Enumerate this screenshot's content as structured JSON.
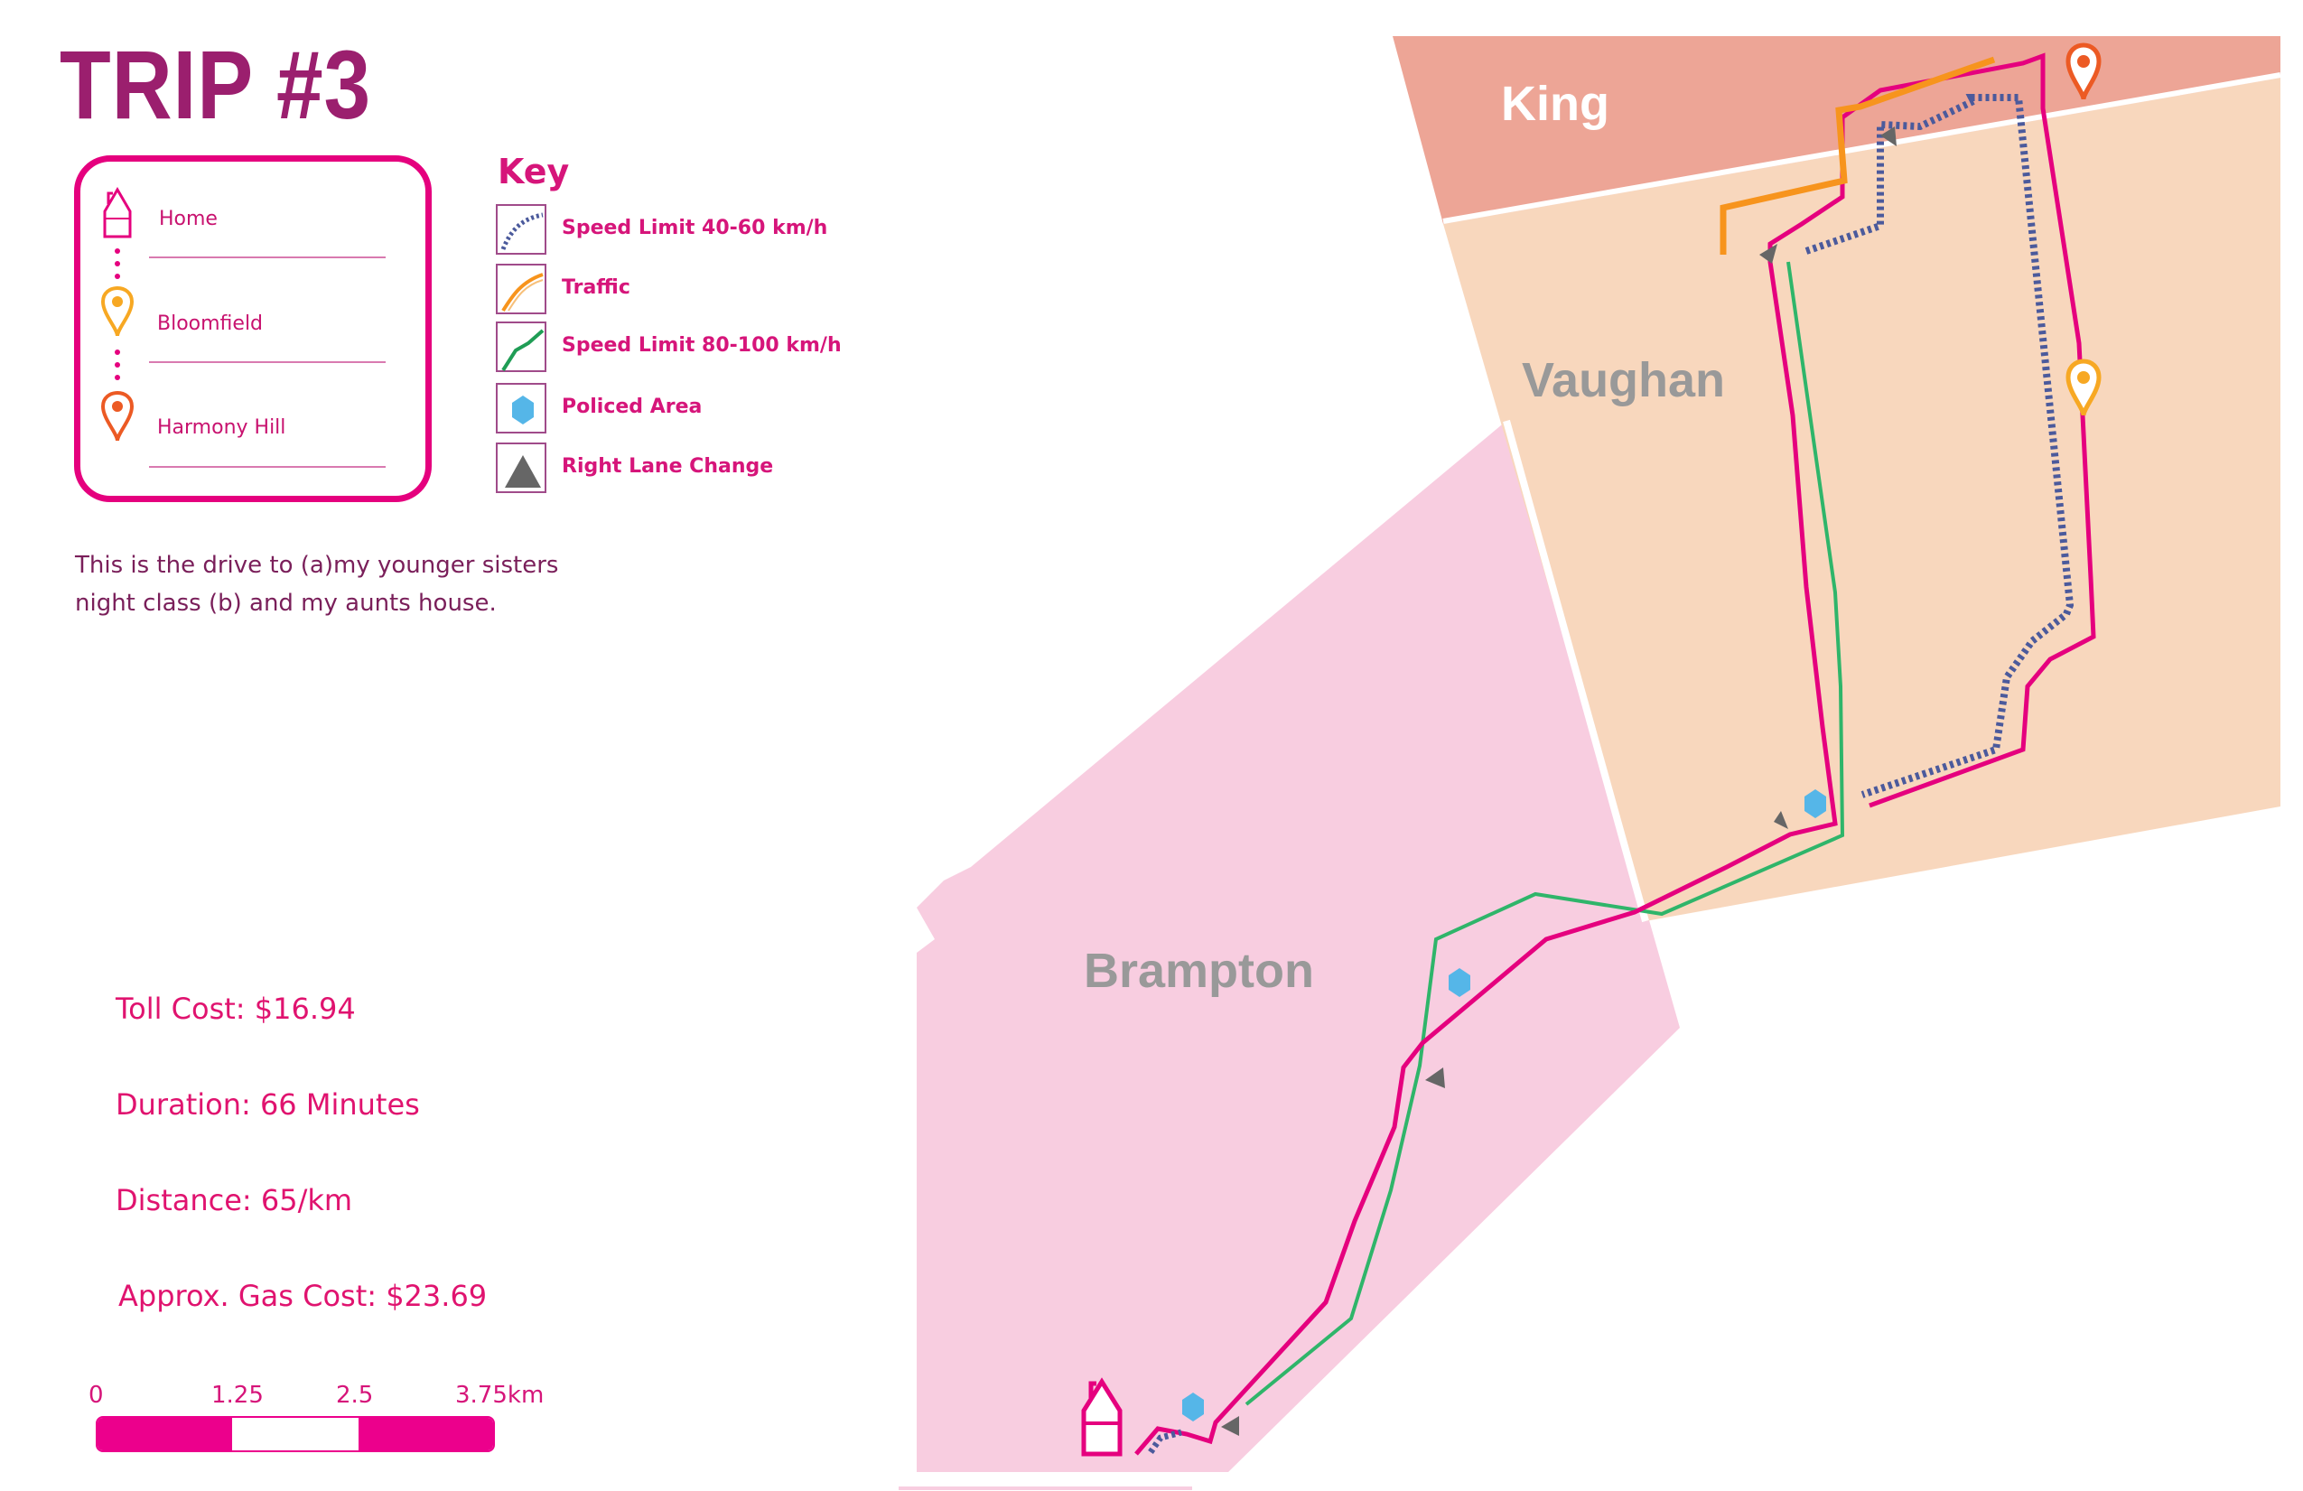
{
  "title": "TRIP #3",
  "stops": [
    {
      "label": "Home",
      "icon": "home-icon"
    },
    {
      "label": "Bloomfield",
      "icon": "pin-icon",
      "color": "#f7a823"
    },
    {
      "label": "Harmony Hill",
      "icon": "pin-icon",
      "color": "#ec5a24"
    }
  ],
  "key": {
    "title": "Key",
    "items": [
      {
        "label": "Speed Limit 40-60 km/h",
        "icon": "dotted-line-icon",
        "color": "#4b5a9c"
      },
      {
        "label": "Traffic",
        "icon": "orange-line-icon",
        "color": "#f7941d"
      },
      {
        "label": "Speed Limit 80-100 km/h",
        "icon": "green-line-icon",
        "color": "#1f9d55"
      },
      {
        "label": "Policed Area",
        "icon": "police-hexagon-icon",
        "color": "#55b6e8"
      },
      {
        "label": "Right Lane Change",
        "icon": "triangle-icon",
        "color": "#666666"
      }
    ]
  },
  "description": "This is the drive to (a)my younger sisters night class (b) and my aunts house.",
  "stats": {
    "toll": "Toll Cost: $16.94",
    "duration": "Duration: 66 Minutes",
    "distance": "Distance:  65/km",
    "gas": "Approx. Gas Cost: $23.69"
  },
  "scale": {
    "ticks": [
      "0",
      "1.25",
      "2.5",
      "3.75km"
    ],
    "colors": [
      "#ec008c",
      "#ffffff",
      "#ec008c"
    ]
  },
  "regions": [
    {
      "name": "King",
      "color": "#eda596",
      "label_color": "#ffffff"
    },
    {
      "name": "Vaughan",
      "color": "#f8d7bd",
      "label_color": "#999999"
    },
    {
      "name": "Brampton",
      "color": "#f8cde0",
      "label_color": "#999999"
    }
  ],
  "colors": {
    "route": "#e5007e",
    "slow_route": "#4b5a9c",
    "traffic": "#f7941d",
    "fast_route": "#2fb56a",
    "policed": "#55b6e8",
    "lane_change": "#666666"
  }
}
